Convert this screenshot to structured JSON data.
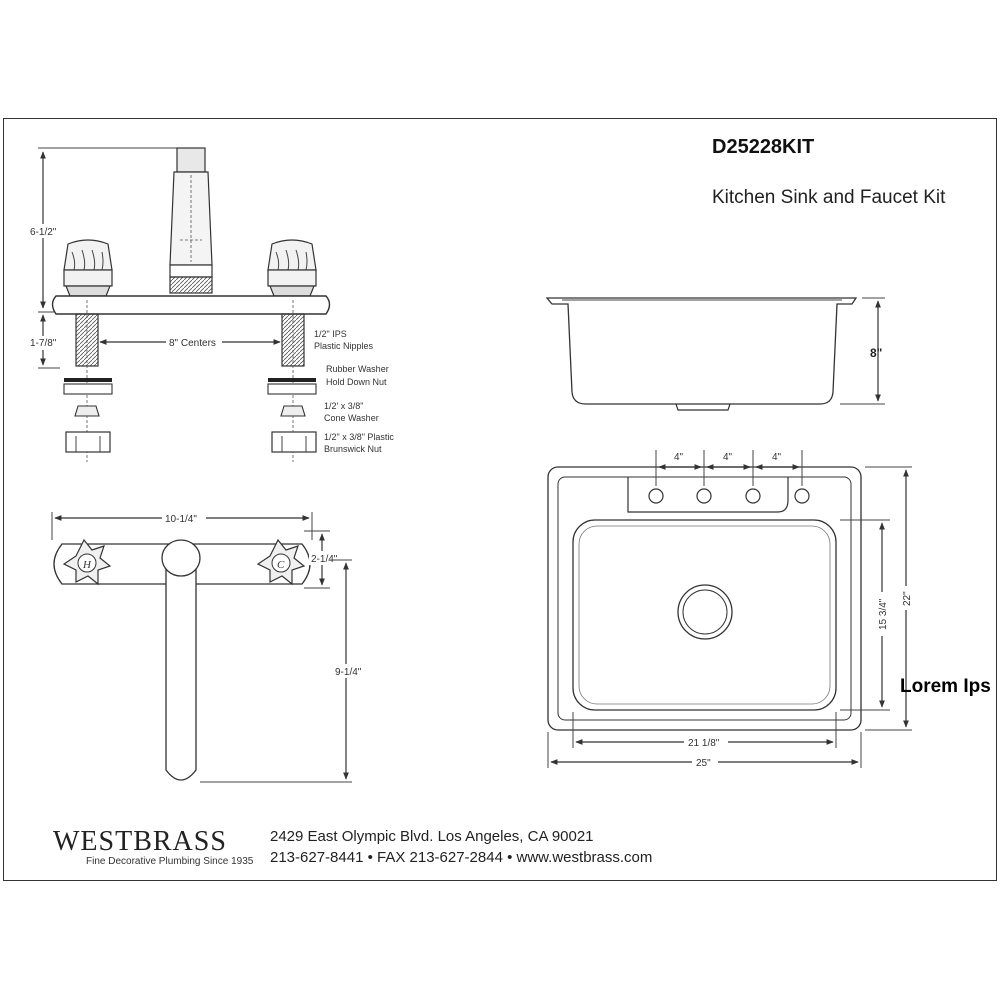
{
  "header": {
    "model": "D25228KIT",
    "product": "Kitchen Sink and Faucet Kit"
  },
  "overlay_text": "Lorem Ips",
  "footer": {
    "brand": "WESTBRASS",
    "tagline": "Fine Decorative Plumbing Since 1935",
    "address": "2429 East Olympic Blvd. Los Angeles, CA  90021",
    "contact": "213-627-8441 • FAX 213-627-2844 • www.westbrass.com"
  },
  "faucet_side": {
    "height_label": "6-1/2\"",
    "nipple_label": "1-7/8\"",
    "centers_label": "8\" Centers",
    "parts": [
      {
        "line1": "1/2\" IPS",
        "line2": "Plastic Nipples"
      },
      {
        "line1": "Rubber Washer",
        "line2": "Hold Down Nut"
      },
      {
        "line1": "1/2' x 3/8\"",
        "line2": "Cone Washer"
      },
      {
        "line1": "1/2\" x 3/8\" Plastic",
        "line2": "Brunswick Nut"
      }
    ]
  },
  "faucet_top": {
    "width_label": "10-1/4\"",
    "depth_label": "2-1/4\"",
    "spout_label": "9-1/4\"",
    "hot_mark": "H",
    "cold_mark": "C"
  },
  "sink": {
    "depth_label": "8\"",
    "hole_spacing": [
      "4\"",
      "4\"",
      "4\""
    ],
    "bowl_width": "21 1/8\"",
    "overall_width": "25\"",
    "bowl_length": "15 3/4\"",
    "overall_length": "22\""
  }
}
